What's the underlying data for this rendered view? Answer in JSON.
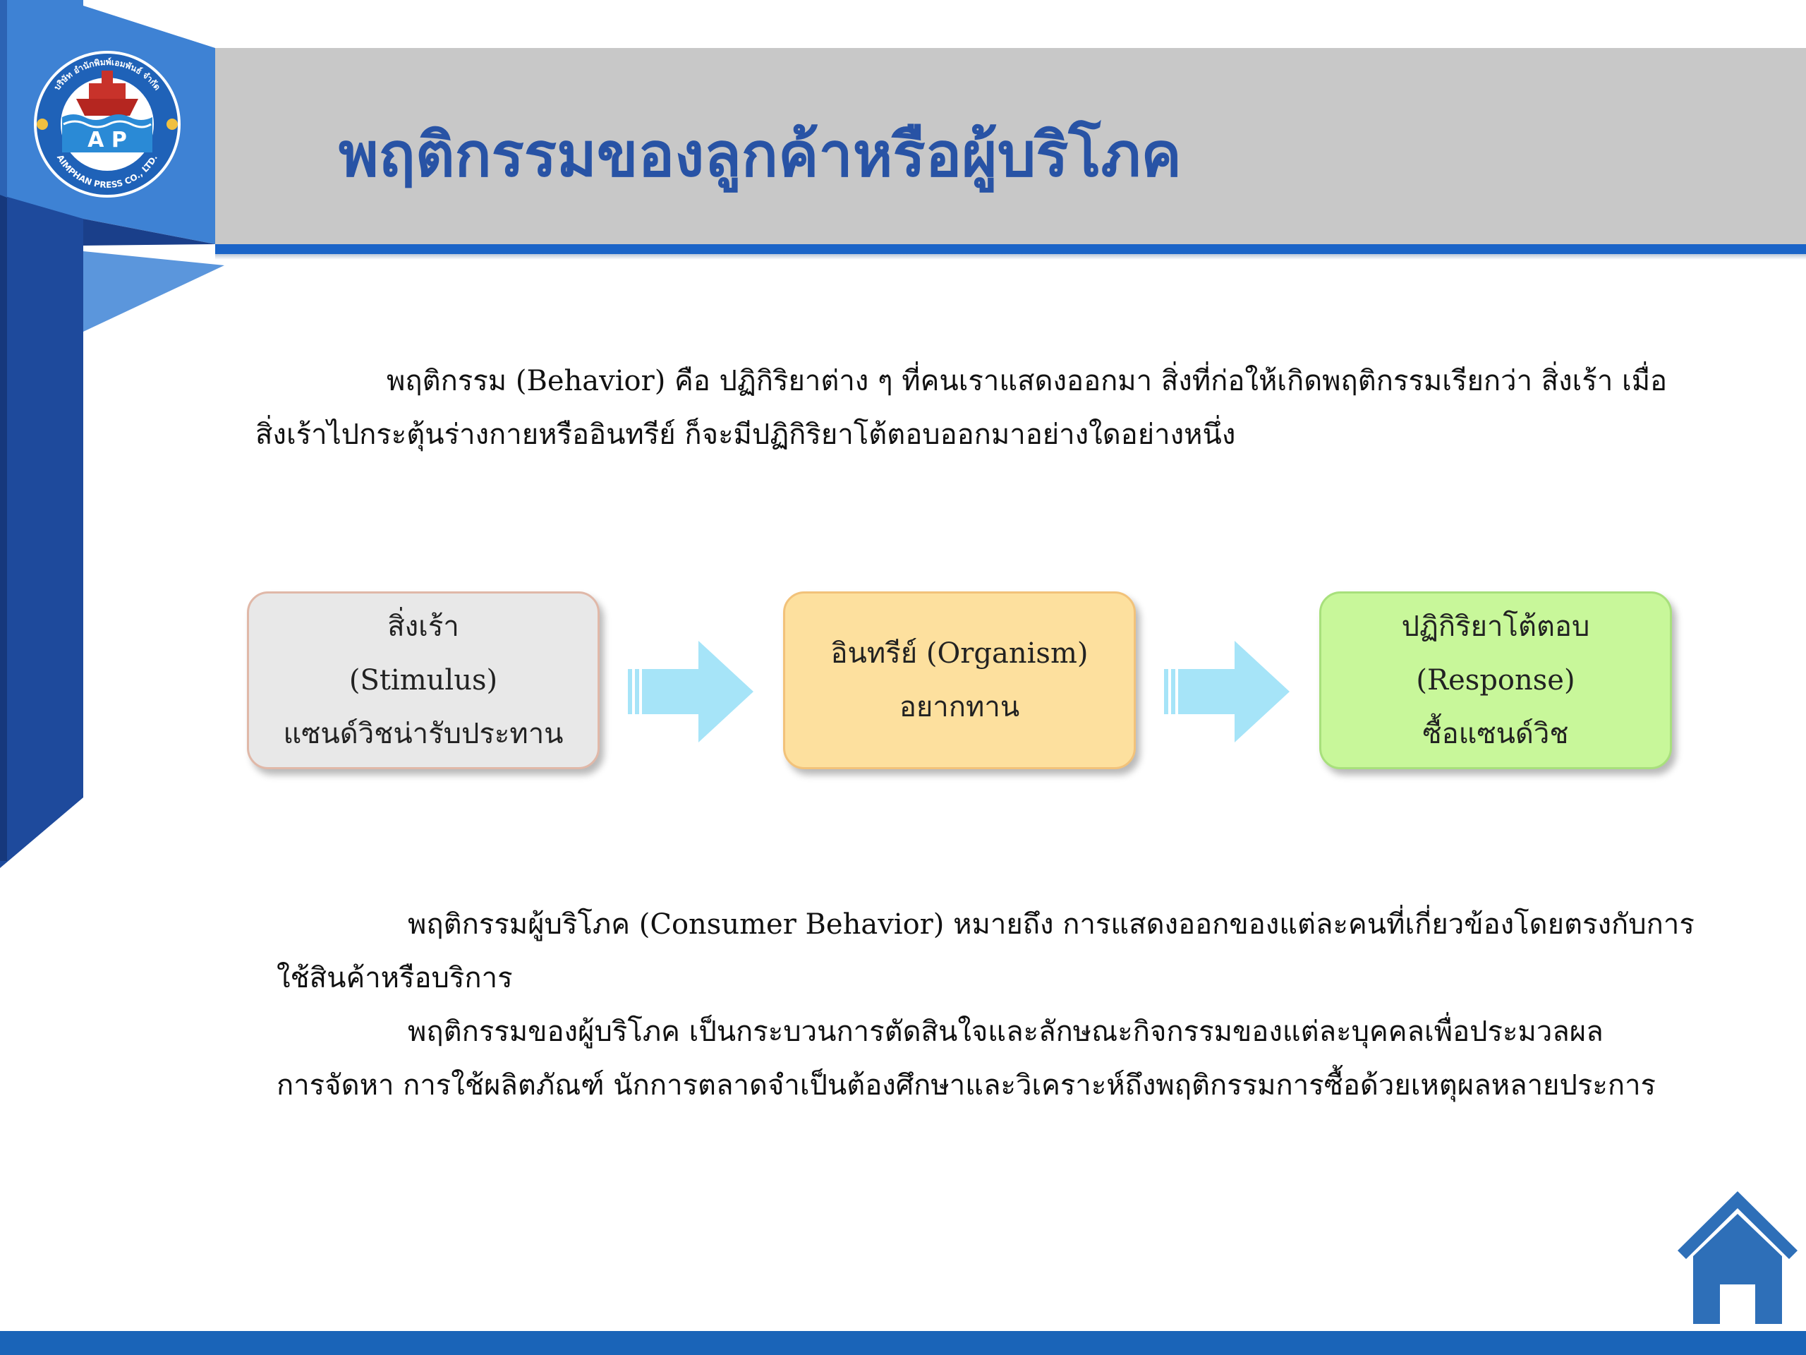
{
  "slide": {
    "title": "พฤติกรรมของลูกค้าหรือผู้บริโภค",
    "logo": {
      "top_text": "บริษัท อำนักพิมพ์เอมพันธ์ จำกัด",
      "initials": "A P",
      "bottom_text": "AIMPHAN PRESS CO., LTD."
    },
    "intro": {
      "line1": "พฤติกรรม (Behavior) คือ ปฏิกิริยาต่าง ๆ ที่คนเราแสดงออกมา สิ่งที่ก่อให้เกิดพฤติกรรมเรียกว่า สิ่งเร้า เมื่อ",
      "line2": "สิ่งเร้าไปกระตุ้นร่างกายหรืออินทรีย์ ก็จะมีปฏิกิริยาโต้ตอบออกมาอย่างใดอย่างหนึ่ง"
    },
    "flow": {
      "stimulus": {
        "line1": "สิ่งเร้า",
        "line2": "(Stimulus)",
        "line3": "แซนด์วิชน่ารับประทาน"
      },
      "organism": {
        "line1": "อินทรีย์ (Organism)",
        "line2": "อยากทาน"
      },
      "response": {
        "line1": "ปฏิกิริยาโต้ตอบ",
        "line2": "(Response)",
        "line3": "ซื้อแซนด์วิช"
      }
    },
    "definitions": {
      "line1": "พฤติกรรมผู้บริโภค (Consumer Behavior) หมายถึง การแสดงออกของแต่ละคนที่เกี่ยวข้องโดยตรงกับการ",
      "line2": "ใช้สินค้าหรือบริการ",
      "line3": "พฤติกรรมของผู้บริโภค เป็นกระบวนการตัดสินใจและลักษณะกิจกรรมของแต่ละบุคคลเพื่อประมวลผล",
      "line4": "การจัดหา การใช้ผลิตภัณฑ์ นักการตลาดจำเป็นต้องศึกษาและวิเคราะห์ถึงพฤติกรรมการซื้อด้วยเหตุผลหลายประการ"
    }
  },
  "colors": {
    "title": "#2853a5",
    "band": "#1e4a9c",
    "title_bar": "#c8c8c8",
    "accent_line": "#1a64c8",
    "stimulus_box": "#e8e8e8",
    "organism_box": "#fde09e",
    "response_box": "#c8f79a",
    "arrow": "#a6e4f8",
    "home_icon": "#2e6fb8"
  },
  "icons": {
    "arrow": "right-arrow-icon",
    "home": "home-icon",
    "logo": "company-logo"
  }
}
